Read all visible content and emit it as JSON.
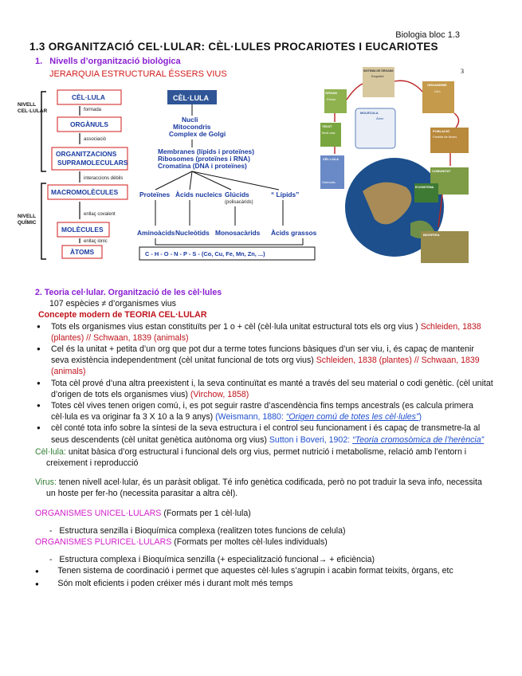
{
  "header": "Biologia bloc 1.3",
  "title": "1.3 ORGANITZACIÓ CEL·LULAR: CÈL·LULES PROCARIOTES I EUCARIOTES",
  "section1": {
    "num": "1.",
    "label": "Nivells d’organització biològica"
  },
  "jerarquia": "JERARQUIA ESTRUCTURAL ÉSSERS VIUS",
  "diagram": {
    "nivell_cel": [
      "NIVELL",
      "CEL·LULAR"
    ],
    "nivell_quim": [
      "NIVELL",
      "QUÍMIC"
    ],
    "cellula": "CÈL·LULA",
    "organuls": "ORGÀNULS",
    "org_sup": [
      "ORGANITZACIONS",
      "SUPRAMOLECULARS"
    ],
    "macro": "MACROMOLÈCULES",
    "molecules": "MOLÈCULES",
    "atoms": "ÀTOMS",
    "arrows": [
      "formada",
      "associació",
      "interaccions dèbils",
      "enllaç covalent",
      "enllaç iònic"
    ],
    "cel_box": "CÈL·LULA",
    "nucli": [
      "Nucli",
      "Mitocondris",
      "Complex de Golgi"
    ],
    "membranes": [
      "Membranes (lípids i proteïnes)",
      "Ribosomes (proteïnes i RNA)",
      "Cromatina (DNA i proteïnes)"
    ],
    "macros": [
      "Proteïnes",
      "Àcids nucleics",
      "Glúcids",
      "(polisacàrids)",
      "“ Lípids”"
    ],
    "monomers": [
      "Aminoàcids",
      "Nucleòtids",
      "Monosacàrids",
      "Àcids grassos"
    ],
    "elements": "C - H - O - N - P - S - (Co, Cu, Fe, Mn, Zn, ...)"
  },
  "bio_levels": {
    "page_num": "3",
    "labels": [
      "SISTEMA DE ÒRGANS",
      "Esquelet",
      "ORGANISME",
      "Lleó",
      "ÒRGAN",
      "Fèmur",
      "TEIXIT",
      "Teixit ossi",
      "MOLÈCULA",
      "Àtom",
      "POBLACIÓ",
      "Família de lleons",
      "COMUNITAT",
      "ECOSISTEMA",
      "BIOSFERA",
      "CÈL·LULA",
      "Osteòcits"
    ]
  },
  "section2": {
    "heading": "2.   Teoria cel·lular. Organització de les cèl·lules",
    "species": "107 espècies ≠ d’organismes vius",
    "modern": "Concepte modern de TEORIA CEL·LULAR",
    "bullets": [
      {
        "text": "Tots els organismes vius estan constituïts per 1 o + cèl (cèl·lula unitat estructural tots els org vius )",
        "ref": "Schleiden, 1838 (plantes) // Schwaan, 1839 (animals)"
      },
      {
        "text": "Cel és la unitat + petita d’un org que pot dur a terme totes funcions bàsiques d’un ser viu, i, és capaç de mantenir seva existència independentment (cèl unitat funcional de tots org vius)",
        "ref": "Schleiden, 1838 (plantes) // Schwaan, 1839 (animals)"
      },
      {
        "text": "Tota cèl prové d’una altra preexistent i, la seva continuïtat es manté a través del seu material o codi genètic. (cèl unitat d’origen de tots els organismes vius)",
        "ref": "(Virchow, 1858)"
      },
      {
        "text": "Totes cèl vives tenen origen comú, i, es pot seguir rastre d’ascendència fins temps ancestrals (es calcula primera cèl·lula es va originar fa 3 X 10 a la 9 anys)",
        "ref": "(Weismann, 1880:",
        "link": "“Origen comú de totes les cèl·lules”",
        "tail": ")"
      },
      {
        "text": "cèl conté tota info sobre la síntesi de la seva estructura i el control seu funcionament i és capaç de transmetre-la al seus descendents (cèl unitat genètica autònoma org vius)",
        "ref": "Sutton i Boveri, 1902:",
        "link": "“Teoria cromosòmica de l’herència”"
      }
    ],
    "cellula_label": "Cèl·lula:",
    "cellula_def": "unitat bàsica d’org estructural i funcional dels org vius, permet nutrició i metabolisme, relació amb l’entorn i creixement i reproducció",
    "virus_label": "Virus:",
    "virus_def": "tenen nivell acel·lular, és un paràsit obligat. Té info genètica codificada, però no pot traduir la seva info, necessita un hoste per fer-ho (necessita parasitar a altra cèl).",
    "uni_label": "ORGANISMES UNICEL·LULARS",
    "uni_note": "(Formats per 1 cèl·lula)",
    "uni_item": "Estructura senzilla i Bioquímica complexa (realitzen totes funcions de celula)",
    "pluri_label": "ORGANISMES PLURICEL·LULARS",
    "pluri_note": "(Formats per moltes cèl·lules individuals)",
    "pluri_item": "Estructura complexa i Bioquímica senzilla (+ especialització funcional→ + eficiència)",
    "pluri_b1": "Tenen sistema de coordinació i permet que aquestes cèl·lules s’agrupin i acabin format teixits, òrgans, etc",
    "pluri_b2": "Són molt eficients i poden créixer més i durant molt més temps"
  },
  "colors": {
    "purple": "#8a1fd1",
    "red": "#c0121a",
    "blue": "#1f4fcf",
    "green": "#2e7d32",
    "magenta": "#d11fc9"
  }
}
